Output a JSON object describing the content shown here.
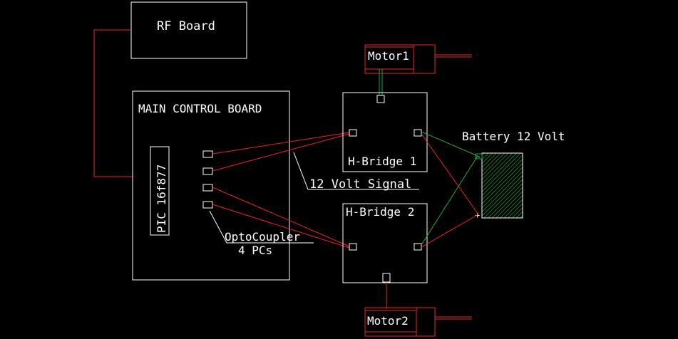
{
  "labels": {
    "rf_board": "RF Board",
    "main_board": "MAIN CONTROL BOARD",
    "pic": "PIC 16f877",
    "motor1": "Motor1",
    "motor2": "Motor2",
    "hbridge1": "H-Bridge 1",
    "hbridge2": "H-Bridge 2",
    "battery": "Battery 12 Volt",
    "signal": "12 Volt Signal",
    "opto": "OptoCoupler",
    "opto_count": "4 PCs",
    "minus": "−",
    "plus": "+"
  },
  "colors": {
    "background": "#000000",
    "outline": "#ffffff",
    "wire_positive": "#e8232a",
    "wire_negative": "#1fa83a",
    "battery_fill": "#1fa83a"
  }
}
